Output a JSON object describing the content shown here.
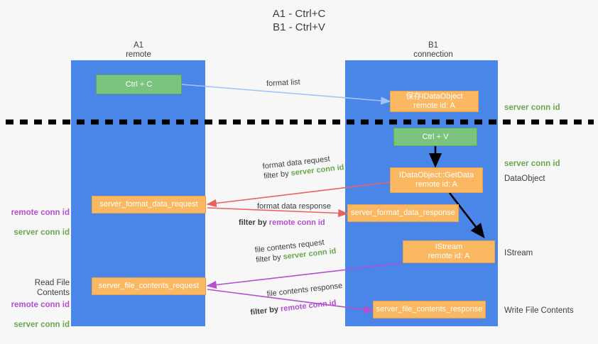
{
  "title": "A1 - Ctrl+C\nB1 - Ctrl+V",
  "colors": {
    "background": "#f7f7f7",
    "lane": "#4a86e8",
    "green_box": "#7ac47f",
    "orange_box": "#fbb862",
    "server_conn_id": "#6aa84f",
    "remote_conn_id": "#b44fd0",
    "red_arrow": "#e8635f",
    "purple_arrow": "#b44fd0",
    "blue_arrow": "#9fc5f8",
    "black_arrow": "#000000",
    "divider": "#000000"
  },
  "lanes": [
    {
      "name": "a1-lane",
      "title": "A1\nremote"
    },
    {
      "name": "b1-lane",
      "title": "B1\nconnection"
    }
  ],
  "boxes": [
    {
      "name": "ctrl-c-box",
      "label": "Ctrl + C",
      "kind": "green"
    },
    {
      "name": "save-idataobject-box",
      "label": "保存IDataObject\nremote id: A",
      "kind": "orange"
    },
    {
      "name": "ctrl-v-box",
      "label": "Ctrl + V",
      "kind": "green"
    },
    {
      "name": "idataobject-getdata-box",
      "label": "IDataObject::GetData\nremote id: A",
      "kind": "orange"
    },
    {
      "name": "server-format-data-request-box",
      "label": "server_format_data_request",
      "kind": "orange"
    },
    {
      "name": "server-format-data-response-box",
      "label": "server_format_data_response",
      "kind": "orange"
    },
    {
      "name": "istream-box",
      "label": "IStream\nremote id: A",
      "kind": "orange"
    },
    {
      "name": "server-file-contents-request-box",
      "label": "server_file_contents_request",
      "kind": "orange"
    },
    {
      "name": "server-file-contents-response-box",
      "label": "server_file_contents_response",
      "kind": "orange"
    }
  ],
  "right_labels": [
    {
      "name": "right-label-server-conn-id-1",
      "text": "server conn id",
      "style": "green"
    },
    {
      "name": "right-label-server-conn-id-2",
      "text": "server conn id",
      "style": "green"
    },
    {
      "name": "right-label-dataobject",
      "text": "DataObject",
      "style": "dark"
    },
    {
      "name": "right-label-istream",
      "text": "IStream",
      "style": "dark"
    },
    {
      "name": "right-label-write-file",
      "text": "Write File Contents",
      "style": "dark"
    }
  ],
  "left_labels": {
    "conn_ids_top": {
      "name": "left-label-conn-ids-top",
      "remote": "remote conn id",
      "server": "server conn id"
    },
    "read_file": {
      "name": "left-label-read-file",
      "text": "Read File Contents"
    },
    "conn_ids_bottom": {
      "name": "left-label-conn-ids-bottom",
      "remote": "remote conn id",
      "server": "server conn id"
    }
  },
  "edge_labels": {
    "format_list": "format list",
    "format_data_request": {
      "line1": "format data request",
      "filter_prefix": "filter by ",
      "filter_key": "server conn id"
    },
    "format_data_response": {
      "line1": "format data response",
      "filter_prefix": "filter by ",
      "filter_key": "remote conn id"
    },
    "file_contents_request": {
      "line1": "file contents request",
      "filter_prefix": "filter by ",
      "filter_key": "server conn id"
    },
    "file_contents_response": {
      "line1": "file contents response",
      "filter_prefix": "filter by ",
      "filter_key": "remote conn id"
    }
  }
}
